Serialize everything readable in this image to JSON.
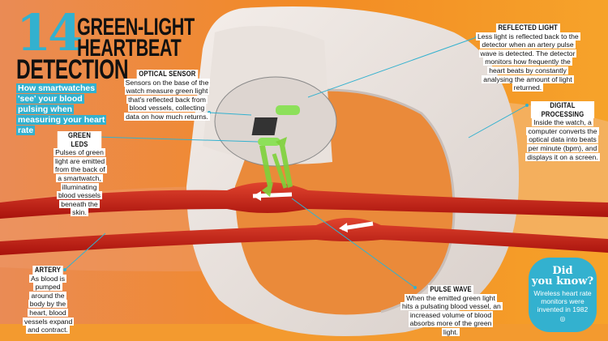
{
  "header": {
    "number": "14",
    "title_line1": "GREEN-LIGHT",
    "title_line2": "HEARTBEAT",
    "title_line3": "DETECTION",
    "subtitle": "How smartwatches 'see' your blood pulsing when measuring your heart rate"
  },
  "labels": {
    "optical_sensor": {
      "heading": "OPTICAL SENSOR",
      "body": "Sensors on the base of the watch measure green light that's reflected back from blood vessels, collecting data on how much returns."
    },
    "reflected_light": {
      "heading": "REFLECTED LIGHT",
      "body": "Less light is reflected back to the detector when an artery pulse wave is detected. The detector monitors how frequently the heart beats by constantly analysing the amount of light returned."
    },
    "digital_processing": {
      "heading": "DIGITAL PROCESSING",
      "body": "Inside the watch, a computer converts the optical data into beats per minute (bpm), and displays it on a screen."
    },
    "green_leds": {
      "heading": "GREEN LEDS",
      "body": "Pulses of green light are emitted from the back of a smartwatch, illuminating blood vessels beneath the skin."
    },
    "artery": {
      "heading": "ARTERY",
      "body": "As blood is pumped around the body by the heart, blood vessels expand and contract."
    },
    "pulse_wave": {
      "heading": "PULSE WAVE",
      "body": "When the emitted green light hits a pulsating blood vessel, an increased volume of blood absorbs more of the green light."
    }
  },
  "did_you_know": {
    "title_line1": "Did",
    "title_line2": "you know?",
    "text": "Wireless heart rate monitors were invented in 1982",
    "icon": "info-circle-icon"
  },
  "colors": {
    "orange": "#f08a2a",
    "accent": "#33b1cf",
    "artery": "#c81e14",
    "led_green": "#7ed23a"
  }
}
